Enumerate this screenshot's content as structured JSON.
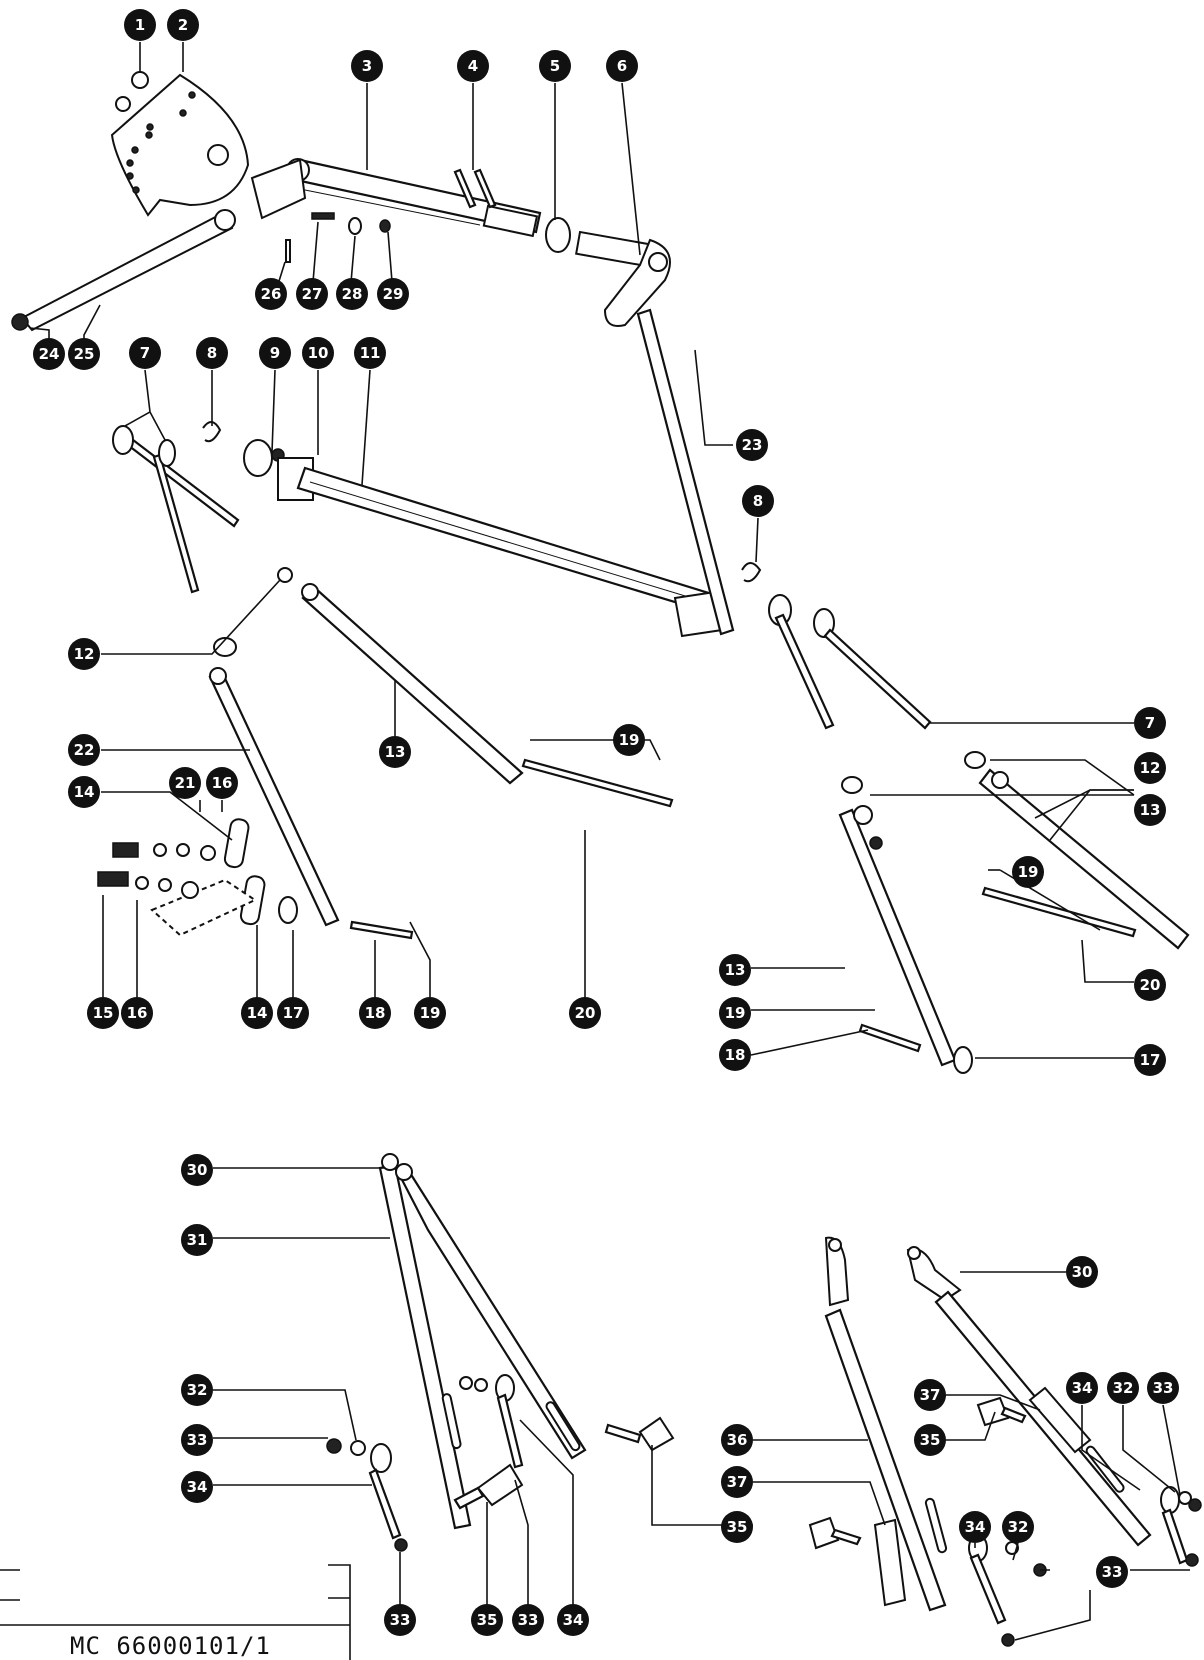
{
  "document": {
    "drawing_code": "MC 66000101/1"
  },
  "callouts": [
    "1",
    "2",
    "3",
    "4",
    "5",
    "6",
    "7",
    "8",
    "9",
    "10",
    "11",
    "12",
    "13",
    "14",
    "15",
    "16",
    "17",
    "18",
    "19",
    "20",
    "21",
    "22",
    "23",
    "24",
    "25",
    "26",
    "27",
    "28",
    "29",
    "30",
    "31",
    "32",
    "33",
    "34",
    "35",
    "36",
    "37"
  ]
}
